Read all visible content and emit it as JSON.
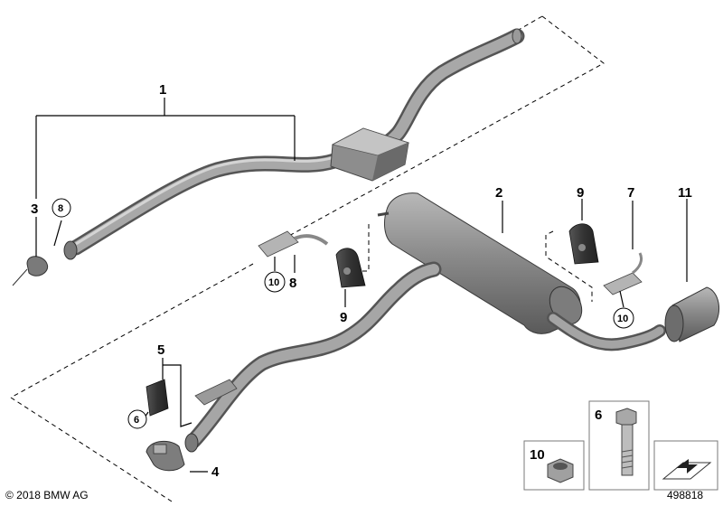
{
  "callouts": {
    "c1": "1",
    "c2": "2",
    "c3": "3",
    "c4": "4",
    "c5": "5",
    "c6_circled": "6",
    "c6_box": "6",
    "c7": "7",
    "c8_circled": "8",
    "c8_mid": "8",
    "c9_top": "9",
    "c9_mid": "9",
    "c10_circled_left": "10",
    "c10_circled_right": "10",
    "c10_box": "10",
    "c11": "11"
  },
  "footer": {
    "copyright": "© 2018 BMW AG",
    "diagram_number": "498818"
  },
  "colors": {
    "pipe_fill": "#9a9a9a",
    "pipe_dark": "#6e6e6e",
    "line": "#000000",
    "box_border": "#7a7a7a"
  }
}
